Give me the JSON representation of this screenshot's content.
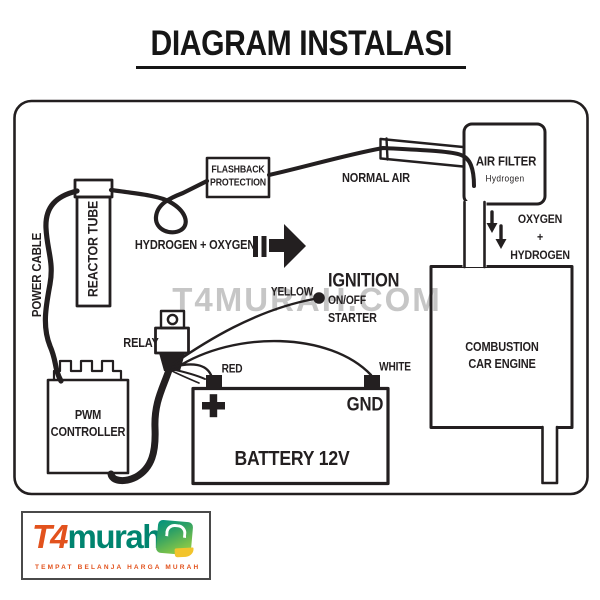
{
  "title": "DIAGRAM INSTALASI",
  "watermark": "T4MURAH.COM",
  "diagram": {
    "labels": {
      "power_cable": "POWER CABLE",
      "reactor_tube": "REACTOR TUBE",
      "flashback_line1": "FLASHBACK",
      "flashback_line2": "PROTECTION",
      "normal_air": "NORMAL AIR",
      "air_filter": "AIR FILTER",
      "air_filter_sub": "Hydrogen",
      "oxygen": "OXYGEN",
      "plus_sign": "+",
      "hydrogen": "HYDROGEN",
      "hydrogen_oxygen": "HYDROGEN + OXYGEN",
      "ignition": "IGNITION",
      "on_off": "ON/OFF",
      "starter": "STARTER",
      "yellow": "YELLOW",
      "relay": "RELAY",
      "red": "RED",
      "white": "WHITE",
      "gnd": "GND",
      "battery": "BATTERY 12V",
      "pwm_line1": "PWM",
      "pwm_line2": "CONTROLLER",
      "engine_line1": "COMBUSTION",
      "engine_line2": "CAR ENGINE"
    },
    "colors": {
      "line": "#231f20",
      "watermark": "#c6c6c6"
    }
  },
  "logo": {
    "t4": "T4",
    "murah": "murah",
    "tagline": "TEMPAT BELANJA HARGA MURAH",
    "colors": {
      "t4": "#e2521d",
      "murah": "#00846f",
      "bag_green": "#7cc24a",
      "bag_teal": "#00927f",
      "swoosh_yellow": "#f2c42c"
    }
  }
}
